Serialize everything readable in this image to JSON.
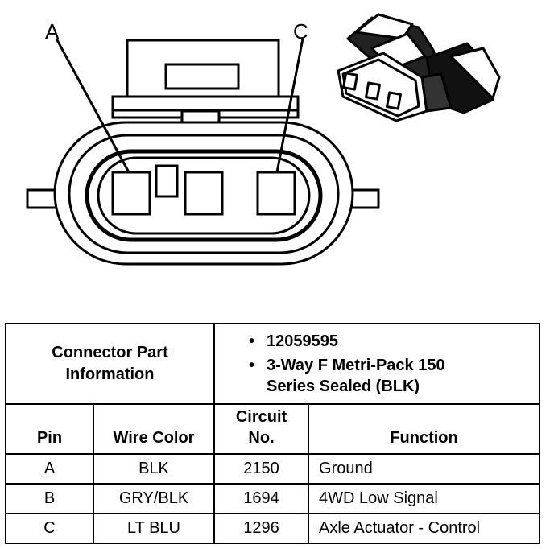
{
  "diagram": {
    "pin_labels": [
      "A",
      "C"
    ]
  },
  "connector": {
    "info_label": "Connector Part Information",
    "part_details": [
      "12059595",
      "3-Way F Metri-Pack 150 Series Sealed (BLK)"
    ]
  },
  "table": {
    "columns": [
      "Pin",
      "Wire Color",
      "Circuit No.",
      "Function"
    ],
    "rows": [
      {
        "pin": "A",
        "wire_color": "BLK",
        "circuit": "2150",
        "function": "Ground"
      },
      {
        "pin": "B",
        "wire_color": "GRY/BLK",
        "circuit": "1694",
        "function": "4WD Low Signal"
      },
      {
        "pin": "C",
        "wire_color": "LT BLU",
        "circuit": "1296",
        "function": "Axle Actuator - Control"
      }
    ]
  }
}
